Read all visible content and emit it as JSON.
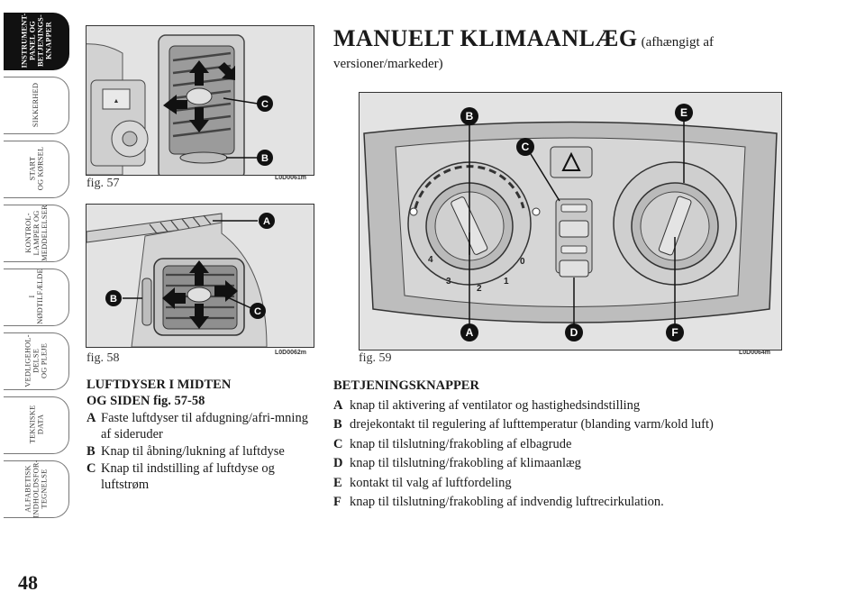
{
  "tabs": [
    {
      "label": "INSTRUMENT-\nPANEL OG\nBETJENINGS-\nKNAPPER",
      "active": true
    },
    {
      "label": "SIKKERHED",
      "active": false
    },
    {
      "label": "START\nOG KØRSEL",
      "active": false
    },
    {
      "label": "KONTROL-\nLAMPER OG\nMEDDELELSER",
      "active": false
    },
    {
      "label": "I\nNØDTILFÆLDE",
      "active": false
    },
    {
      "label": "VEDLIGEHOL-\nDELSE\nOG PLEJE",
      "active": false
    },
    {
      "label": "TEKNISKE\nDATA",
      "active": false
    },
    {
      "label": "ALFABETISK\nINDHOLDSFOR-\nTEGNELSE",
      "active": false
    }
  ],
  "page_number": "48",
  "title": {
    "main": "MANUELT KLIMAANLÆG",
    "sub": "(afhængigt af",
    "sub2": "versioner/markeder)"
  },
  "figures": {
    "fig57": {
      "caption": "fig. 57",
      "code": "L0D0061m",
      "callouts": [
        "C",
        "B"
      ]
    },
    "fig58": {
      "caption": "fig. 58",
      "code": "L0D0062m",
      "callouts": [
        "A",
        "B",
        "C"
      ]
    },
    "fig59": {
      "caption": "fig. 59",
      "code": "L0D0064m",
      "callouts": [
        "B",
        "E",
        "C",
        "A",
        "D",
        "F"
      ],
      "scale": [
        "0",
        "1",
        "2",
        "3",
        "4"
      ]
    }
  },
  "left_section": {
    "heading_line1": "LUFTDYSER I MIDTEN",
    "heading_line2": "OG SIDEN fig. 57-58",
    "items": [
      {
        "key": "A",
        "text": "Faste luftdyser til afdugning/afri-mning af sideruder"
      },
      {
        "key": "B",
        "text": "Knap til åbning/lukning af luftdyse"
      },
      {
        "key": "C",
        "text": "Knap til indstilling af luftdyse og luftstrøm"
      }
    ]
  },
  "right_section": {
    "heading": "BETJENINGSKNAPPER",
    "items": [
      {
        "key": "A",
        "text": "knap til aktivering af ventilator og hastighedsindstilling"
      },
      {
        "key": "B",
        "text": "drejekontakt til regulering af lufttemperatur (blanding varm/kold luft)"
      },
      {
        "key": "C",
        "text": "knap til tilslutning/frakobling af elbagrude"
      },
      {
        "key": "D",
        "text": "knap til tilslutning/frakobling af klimaanlæg"
      },
      {
        "key": "E",
        "text": "kontakt til valg af luftfordeling"
      },
      {
        "key": "F",
        "text": "knap til tilslutning/frakobling af indvendig luftrecirkulation."
      }
    ]
  },
  "colors": {
    "accent_dark": "#111111",
    "figure_bg": "#e3e3e3"
  }
}
